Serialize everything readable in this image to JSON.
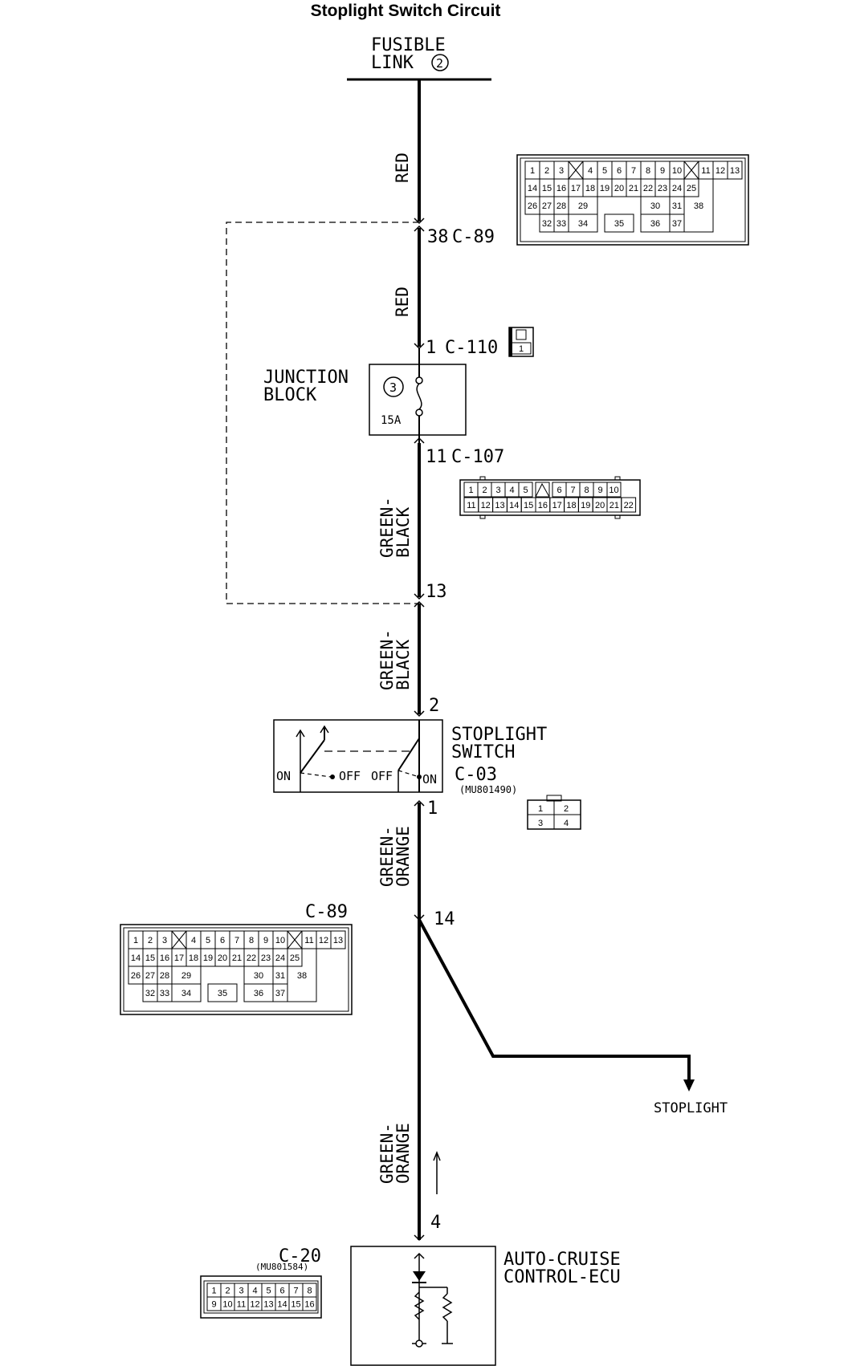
{
  "title": "Stoplight Switch Circuit",
  "fusible_link": {
    "line1": "FUSIBLE",
    "line2": "LINK",
    "number": "2"
  },
  "wires": {
    "red_1": "RED",
    "red_2": "RED",
    "gb_1a": "GREEN-",
    "gb_1b": "BLACK",
    "gb_2a": "GREEN-",
    "gb_2b": "BLACK",
    "go_1a": "GREEN-",
    "go_1b": "ORANGE",
    "go_2a": "GREEN-",
    "go_2b": "ORANGE"
  },
  "pins": {
    "p38": "38",
    "c89_top": "C-89",
    "p1_c110": "1",
    "c110": "C-110",
    "p11": "11",
    "c107": "C-107",
    "p13": "13",
    "p2": "2",
    "p1": "1",
    "p14": "14",
    "p4": "4"
  },
  "junction_block": {
    "line1": "JUNCTION",
    "line2": "BLOCK",
    "fuse_no": "3",
    "rating": "15A"
  },
  "c110_pin": "1",
  "switch": {
    "line1": "STOPLIGHT",
    "line2": "SWITCH",
    "connector": "C-03",
    "part": "(MU801490)",
    "on_left": "ON",
    "off_left": "OFF",
    "off_right": "OFF",
    "on_right": "ON",
    "pins": [
      "1",
      "2",
      "3",
      "4"
    ]
  },
  "c89_bottom_label": "C-89",
  "c89_cells": {
    "row1": [
      "1",
      "2",
      "3",
      "4",
      "5",
      "6",
      "7",
      "8",
      "9",
      "10",
      "11",
      "12",
      "13"
    ],
    "row2": [
      "14",
      "15",
      "16",
      "17",
      "18",
      "19",
      "20",
      "21",
      "22",
      "23",
      "24",
      "25"
    ],
    "row3": [
      "26",
      "27",
      "28",
      "29",
      "30",
      "31"
    ],
    "row4": [
      "32",
      "33",
      "34",
      "35",
      "36",
      "37"
    ],
    "big": "38"
  },
  "c107_cells": {
    "row1": [
      "1",
      "2",
      "3",
      "4",
      "5",
      "6",
      "7",
      "8",
      "9",
      "10"
    ],
    "row2": [
      "11",
      "12",
      "13",
      "14",
      "15",
      "16",
      "17",
      "18",
      "19",
      "20",
      "21",
      "22"
    ]
  },
  "stoplight_label": "STOPLIGHT",
  "ecu": {
    "line1": "AUTO-CRUISE",
    "line2": "CONTROL-ECU",
    "connector": "C-20",
    "part": "(MU801584)"
  },
  "c20_cells": {
    "row1": [
      "1",
      "2",
      "3",
      "4",
      "5",
      "6",
      "7",
      "8"
    ],
    "row2": [
      "9",
      "10",
      "11",
      "12",
      "13",
      "14",
      "15",
      "16"
    ]
  }
}
